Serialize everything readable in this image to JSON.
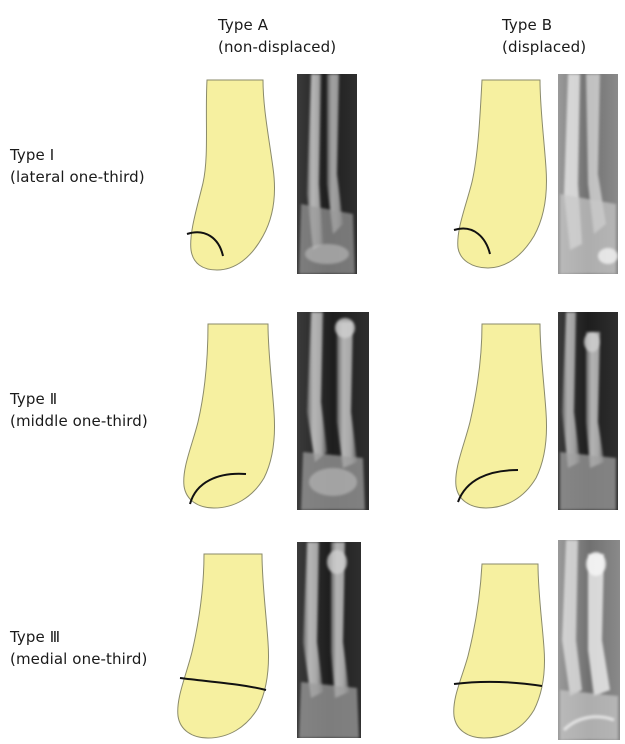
{
  "columns": [
    {
      "title": "Type A",
      "subtitle": "(non-displaced)"
    },
    {
      "title": "Type B",
      "subtitle": "(displaced)"
    }
  ],
  "rows": [
    {
      "title": "Type Ⅰ",
      "subtitle": "(lateral one-third)"
    },
    {
      "title": "Type Ⅱ",
      "subtitle": "(middle one-third)"
    },
    {
      "title": "Type Ⅲ",
      "subtitle": "(medial one-third)"
    }
  ],
  "colors": {
    "bone_fill": "#f6f0a0",
    "bone_stroke": "#8a8a6a",
    "fracture_line": "#111111",
    "xray_dark": "#2a2a2a",
    "xray_light": "#d8d8d8"
  }
}
